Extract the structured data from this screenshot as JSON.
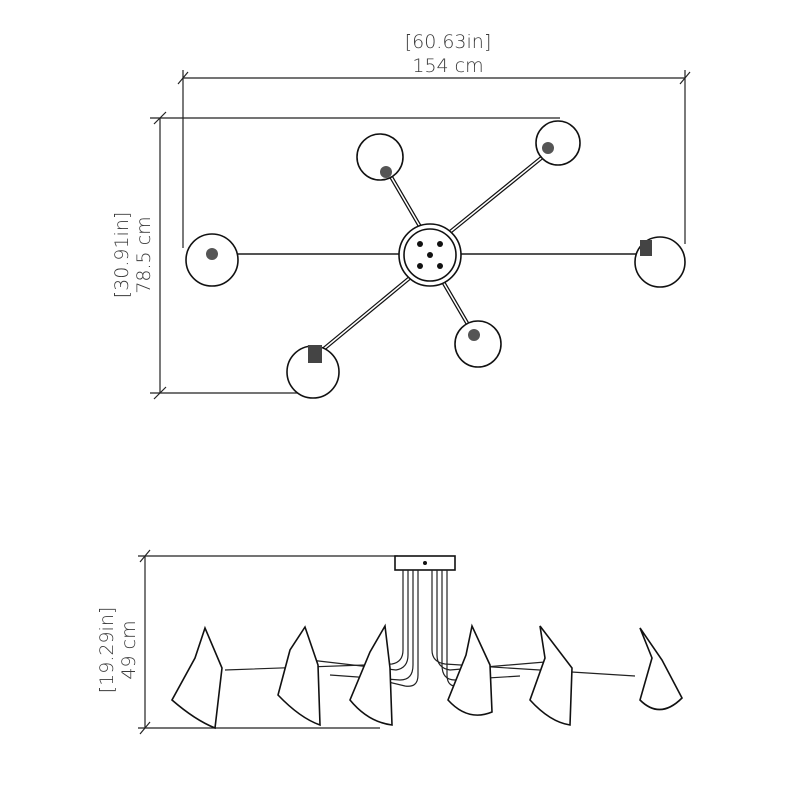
{
  "top_view": {
    "width_in": "[60.63in]",
    "width_cm": "154 cm",
    "depth_in": "[30.91in]",
    "depth_cm": "78.5 cm"
  },
  "side_view": {
    "height_in": "[19.29in]",
    "height_cm": "49 cm"
  }
}
